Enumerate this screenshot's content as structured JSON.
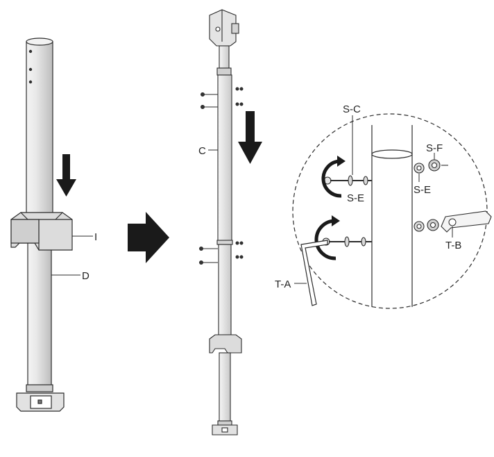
{
  "labels": {
    "I": "I",
    "D": "D",
    "C": "C",
    "S_C": "S-C",
    "S_E_left": "S-E",
    "S_F": "S-F",
    "S_E_right": "S-E",
    "T_A": "T-A",
    "T_B": "T-B"
  },
  "colors": {
    "outline": "#2b2b2b",
    "tube_fill": "#e6e6e6",
    "tube_shade": "#cfcfcf",
    "bracket_fill": "#d9d9d9",
    "arrow": "#1a1a1a"
  },
  "icons": {
    "down_arrow": "down-arrow-icon",
    "right_arrow": "right-arrow-icon",
    "rotate_arrow": "rotate-arrow-icon"
  }
}
